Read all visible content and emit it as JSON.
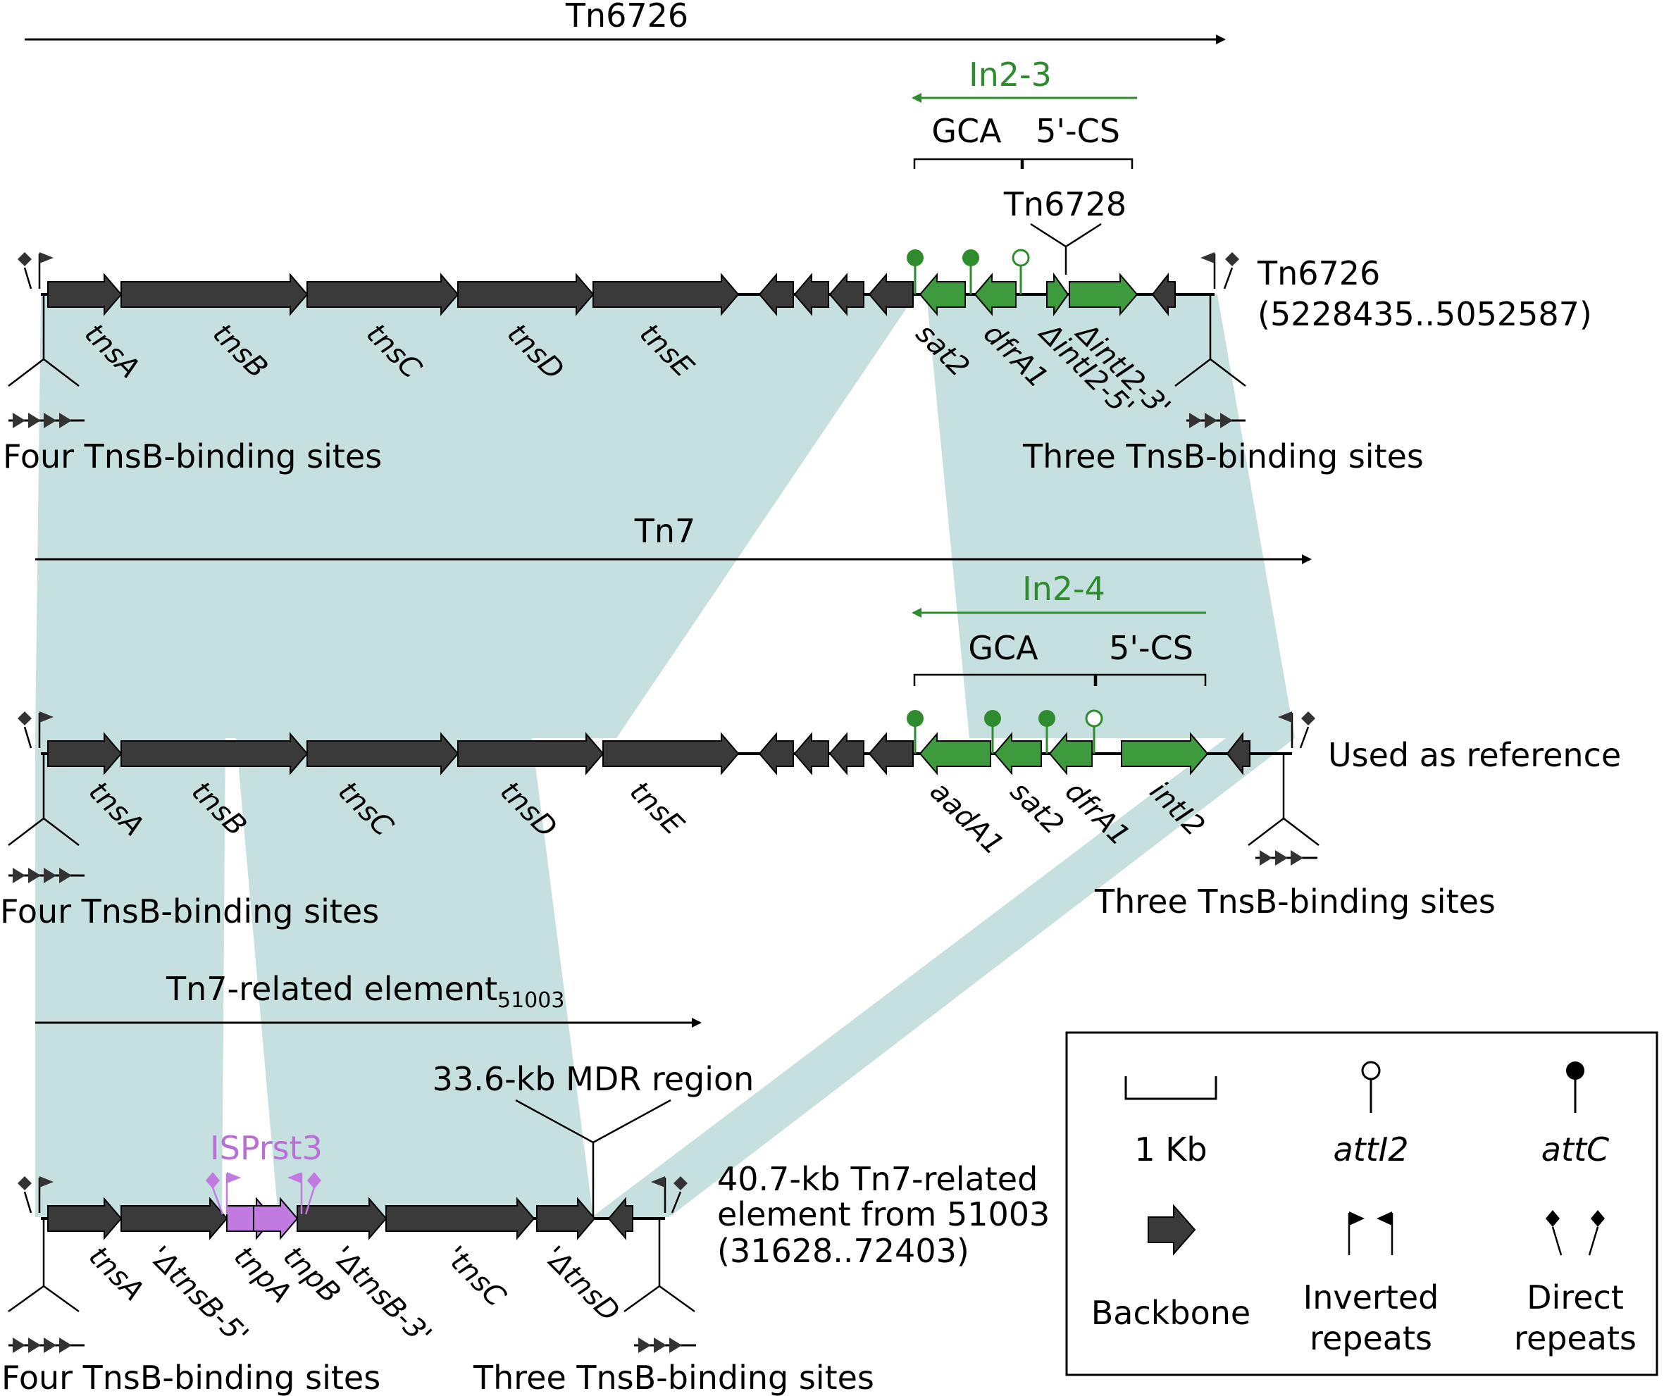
{
  "tracks": {
    "t1": {
      "extent_label": "Tn6726",
      "integron": {
        "name": "In2-3",
        "gca": "GCA",
        "cs5": "5'-CS"
      },
      "insertion_label": "Tn6728",
      "side_label": "Tn6726",
      "side_label_2": "(5228435..5052587)",
      "genes": [
        "tnsA",
        "tnsB",
        "tnsC",
        "tnsD",
        "tnsE",
        "sat2",
        "dfrA1",
        "ΔintI2-5'",
        "ΔintI2-3'"
      ],
      "left_sites": "Four TnsB-binding sites",
      "right_sites": "Three TnsB-binding sites"
    },
    "t2": {
      "extent_label": "Tn7",
      "integron": {
        "name": "In2-4",
        "gca": "GCA",
        "cs5": "5'-CS"
      },
      "side_label": "Used as reference",
      "genes": [
        "tnsA",
        "tnsB",
        "tnsC",
        "tnsD",
        "tnsE",
        "aadA1",
        "sat2",
        "dfrA1",
        "intI2"
      ],
      "left_sites": "Four TnsB-binding sites",
      "right_sites": "Three TnsB-binding sites"
    },
    "t3": {
      "extent_label": "Tn7-related element",
      "extent_sub": "51003",
      "insertion_label": "33.6-kb MDR region",
      "is_label": "ISPrst3",
      "side_label_1": "40.7-kb Tn7-related",
      "side_label_2": "element from 51003",
      "side_label_3": "(31628..72403)",
      "genes": [
        "tnsA",
        "'ΔtnsB-5'",
        "tnpA",
        "tnpB",
        "'ΔtnsB-3'",
        "'tnsC",
        "'ΔtnsD"
      ],
      "left_sites": "Four TnsB-binding sites",
      "right_sites": "Three TnsB-binding sites"
    }
  },
  "legend": {
    "scale": "1 Kb",
    "att_i2": "attI2",
    "att_c": "attC",
    "backbone": "Backbone",
    "inverted_1": "Inverted",
    "inverted_2": "repeats",
    "direct_1": "Direct",
    "direct_2": "repeats"
  },
  "colors": {
    "backbone": "#3a3a3a",
    "integron": "#3d9a3d",
    "integron_text": "#2e8b2e",
    "is_element": "#c07ae0",
    "homology": "#c6e0e0"
  }
}
